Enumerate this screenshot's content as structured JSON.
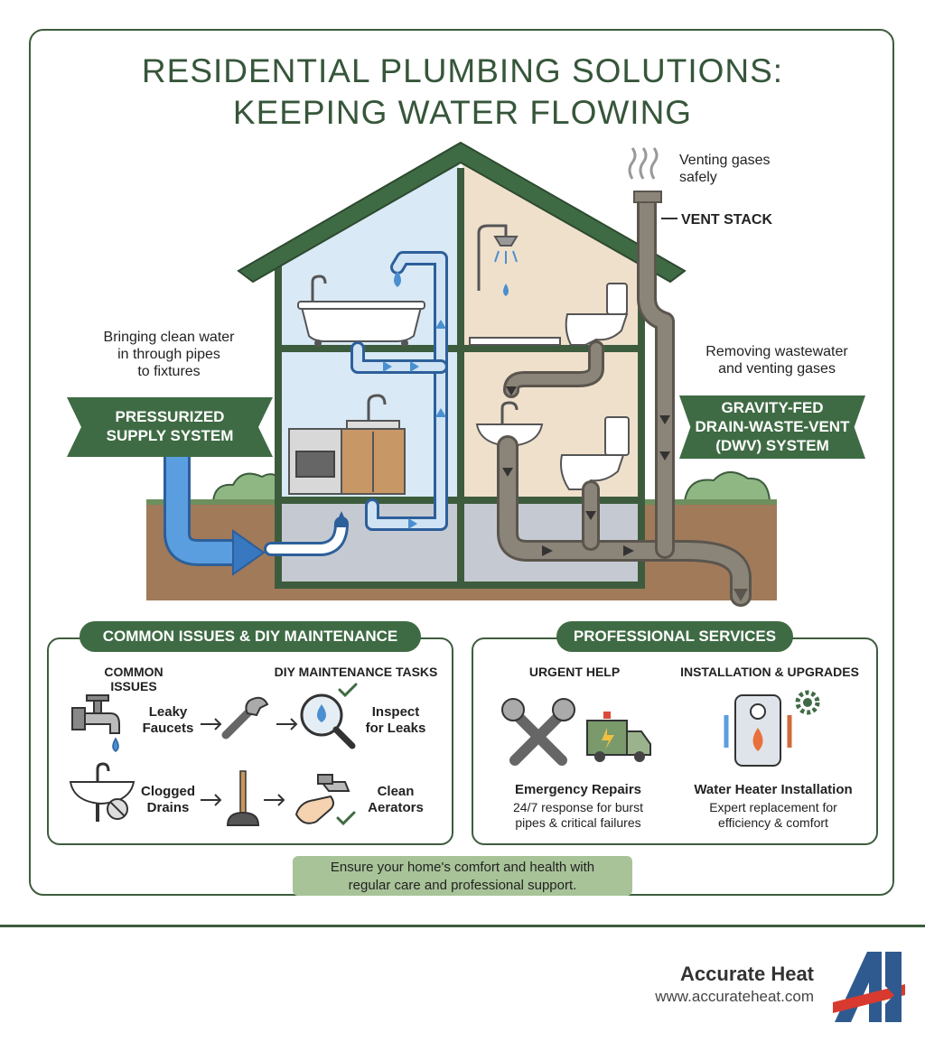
{
  "title": {
    "line1": "RESIDENTIAL PLUMBING SOLUTIONS:",
    "line2": "KEEPING WATER FLOWING"
  },
  "supply": {
    "caption_l1": "Bringing clean water",
    "caption_l2": "in through pipes",
    "caption_l3": "to fixtures",
    "banner_l1": "PRESSURIZED",
    "banner_l2": "SUPPLY SYSTEM"
  },
  "vent": {
    "caption_l1": "Venting gases",
    "caption_l2": "safely",
    "label": "VENT STACK"
  },
  "dwv": {
    "caption_l1": "Removing wastewater",
    "caption_l2": "and venting gases",
    "banner_l1": "GRAVITY-FED",
    "banner_l2": "DRAIN-WASTE-VENT",
    "banner_l3": "(DWV) SYSTEM"
  },
  "diy_panel": {
    "title": "COMMON ISSUES & DIY MAINTENANCE",
    "col1": "COMMON ISSUES",
    "col2": "DIY MAINTENANCE TASKS",
    "issue1_l1": "Leaky",
    "issue1_l2": "Faucets",
    "task1_l1": "Inspect",
    "task1_l2": "for Leaks",
    "issue2_l1": "Clogged",
    "issue2_l2": "Drains",
    "task2_l1": "Clean",
    "task2_l2": "Aerators"
  },
  "pro_panel": {
    "title": "PROFESSIONAL SERVICES",
    "col1": "URGENT HELP",
    "col2": "INSTALLATION & UPGRADES",
    "svc1_title": "Emergency Repairs",
    "svc1_l1": "24/7 response for burst",
    "svc1_l2": "pipes & critical failures",
    "svc2_title": "Water Heater Installation",
    "svc2_l1": "Expert replacement for",
    "svc2_l2": "efficiency & comfort"
  },
  "footer_note": {
    "l1": "Ensure your home's comfort and health with",
    "l2": "regular care and professional support."
  },
  "brand": {
    "name": "Accurate Heat",
    "url": "www.accurateheat.com"
  },
  "colors": {
    "accent_green": "#3f6b44",
    "supply_blue": "#4a8fd0",
    "drain_gray": "#7c766b",
    "soil": "#a17a5a"
  }
}
